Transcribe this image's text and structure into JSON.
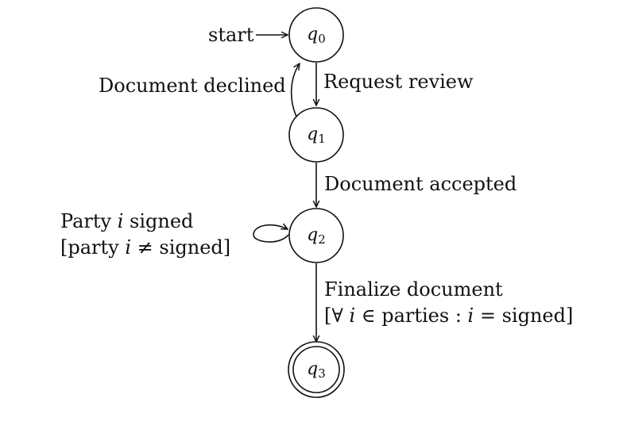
{
  "states": {
    "q0": {
      "letter": "q",
      "sub": "0"
    },
    "q1": {
      "letter": "q",
      "sub": "1"
    },
    "q2": {
      "letter": "q",
      "sub": "2"
    },
    "q3": {
      "letter": "q",
      "sub": "3"
    }
  },
  "start_label": "start",
  "transitions": {
    "request_review": "Request review",
    "document_declined": "Document declined",
    "document_accepted": "Document accepted",
    "party_signed": {
      "line1_prefix": "Party ",
      "line1_var": "i",
      "line1_suffix": " signed",
      "line2_open": "[party ",
      "line2_var": "i",
      "line2_neq": " ≠ ",
      "line2_close": "signed]"
    },
    "finalize": {
      "line1": "Finalize document",
      "line2_open": "[∀ ",
      "line2_var1": "i",
      "line2_in": " ∈ ",
      "line2_parties": "parties : ",
      "line2_var2": "i",
      "line2_eq": " = ",
      "line2_close": "signed]"
    }
  }
}
